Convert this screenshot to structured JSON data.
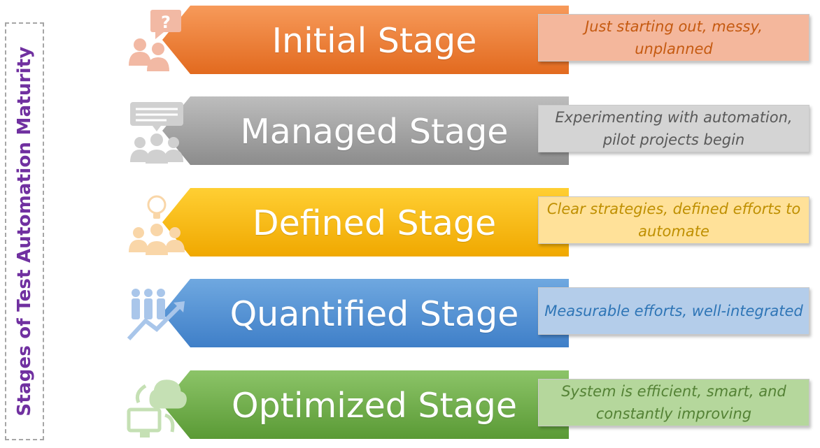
{
  "title": "Stages of Test Automation Maturity",
  "stages": [
    {
      "name": "Initial Stage",
      "description": "Just starting out, messy, unplanned",
      "icon": "people-question-icon",
      "color_light": "#f79a5a",
      "color_dark": "#e26a1f",
      "desc_bg": "#f4b79c",
      "desc_text": "#c55a11"
    },
    {
      "name": "Managed Stage",
      "description": "Experimenting with automation, pilot projects begin",
      "icon": "group-discussion-icon",
      "color_light": "#bdbdbd",
      "color_dark": "#8c8c8c",
      "desc_bg": "#d4d4d4",
      "desc_text": "#595959"
    },
    {
      "name": "Defined Stage",
      "description": "Clear strategies, defined efforts to automate",
      "icon": "idea-team-icon",
      "color_light": "#ffcf33",
      "color_dark": "#f0a800",
      "desc_bg": "#ffe199",
      "desc_text": "#bf8f00"
    },
    {
      "name": "Quantified Stage",
      "description": "Measurable efforts, well-integrated",
      "icon": "team-growth-icon",
      "color_light": "#6fa8e0",
      "color_dark": "#3f7fc8",
      "desc_bg": "#b4cdea",
      "desc_text": "#2e75b6"
    },
    {
      "name": "Optimized Stage",
      "description": "System is efficient, smart, and constantly improving",
      "icon": "cloud-sync-computer-icon",
      "color_light": "#8cc468",
      "color_dark": "#5a9a35",
      "desc_bg": "#b5d79c",
      "desc_text": "#548235"
    }
  ]
}
